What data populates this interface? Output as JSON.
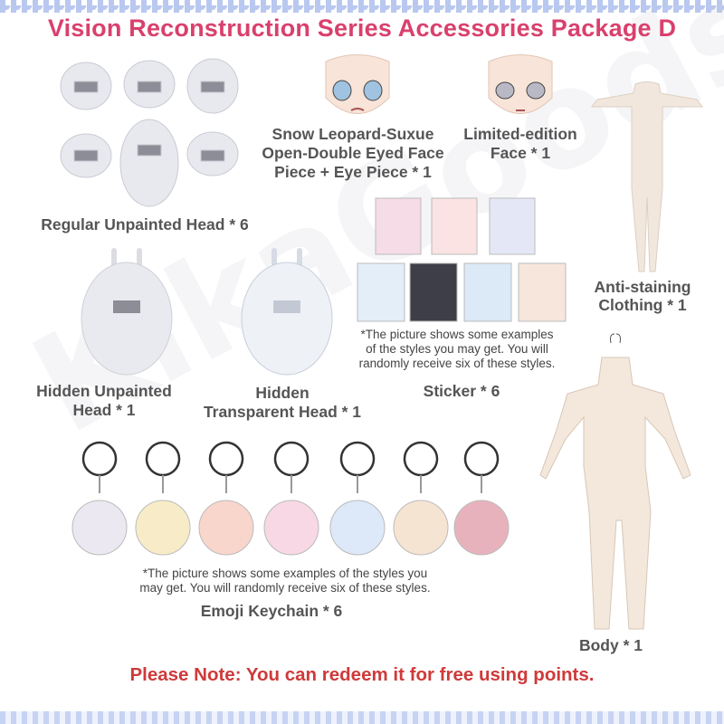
{
  "title": "Vision Reconstruction Series Accessories Package D",
  "watermark": "KikaGoods",
  "items": {
    "regular_head": "Regular Unpainted Head * 6",
    "face_leopard_1": "Snow Leopard-Suxue",
    "face_leopard_2": "Open-Double Eyed Face",
    "face_leopard_3": "Piece + Eye Piece * 1",
    "face_limited_1": "Limited-edition",
    "face_limited_2": "Face * 1",
    "clothing_1": "Anti-staining",
    "clothing_2": "Clothing * 1",
    "hidden_unpainted_1": "Hidden Unpainted",
    "hidden_unpainted_2": "Head * 1",
    "hidden_transparent_1": "Hidden",
    "hidden_transparent_2": "Transparent Head * 1",
    "sticker": "Sticker * 6",
    "sticker_note_1": "*The picture shows some examples",
    "sticker_note_2": "of the styles you may get. You will",
    "sticker_note_3": "randomly receive six of these styles.",
    "keychain": "Emoji Keychain * 6",
    "keychain_note_1": "*The picture shows some examples of the styles you",
    "keychain_note_2": "may get. You will randomly receive six of these styles.",
    "body": "Body * 1"
  },
  "footer": "Please Note: You can redeem it for free using points.",
  "colors": {
    "title": "#d9406e",
    "footer": "#cf3a3a",
    "label": "#555555"
  }
}
